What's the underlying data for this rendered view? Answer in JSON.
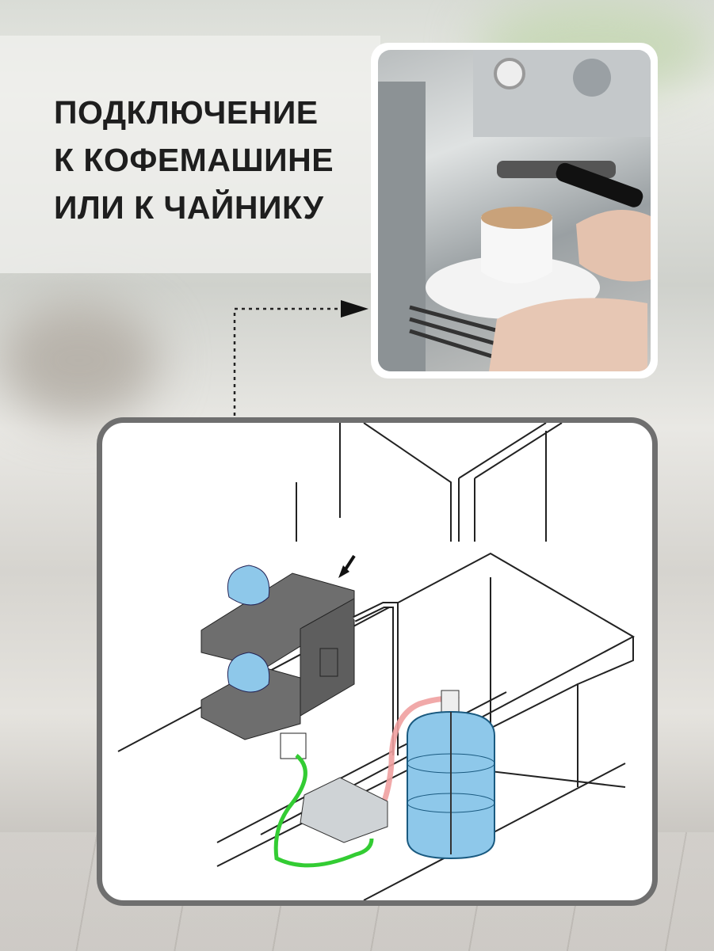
{
  "title": {
    "lines": [
      "ПОДКЛЮЧЕНИЕ",
      "К КОФЕМАШИНЕ",
      "ИЛИ К ЧАЙНИКУ"
    ]
  },
  "colors": {
    "title": "#1e1e1e",
    "frame_border": "#6f6f6f",
    "water_blue": "#8ec8ea",
    "pump_hose_red": "#f0a0a0",
    "power_cable_green": "#33cc33",
    "coffee_machine": "#6e6e6e"
  },
  "icons": [
    "dotted-connector-arrow",
    "pointer-arrow"
  ]
}
